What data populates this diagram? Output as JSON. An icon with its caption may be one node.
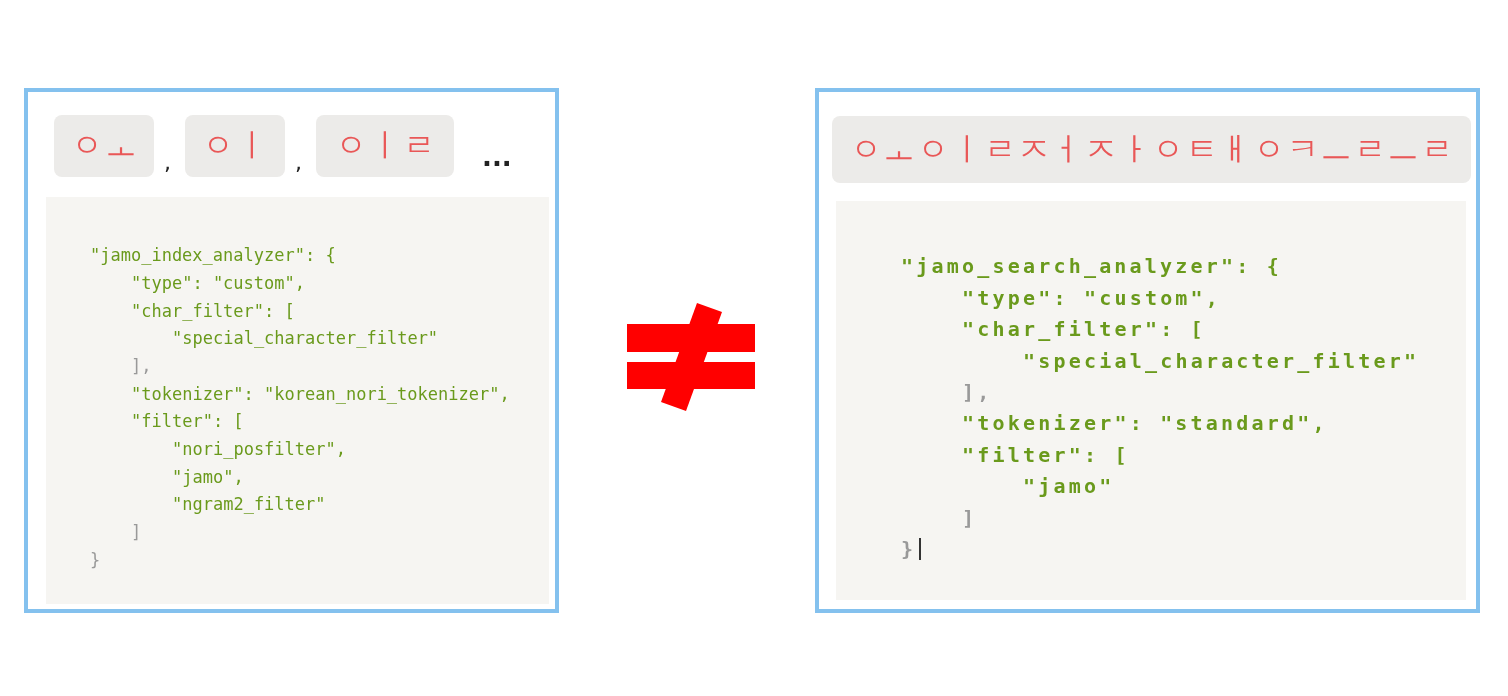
{
  "diagram": {
    "nodes": [
      {
        "text": [],
        "shape": "box"
      },
      {
        "text": [
          "ㅇㅗ"
        ],
        "in": 0
      },
      {
        "text": [
          "ㅇㅣ"
        ],
        "in": 0
      },
      {
        "text": [
          "ㅇㅣㄹ"
        ],
        "in": 0
      },
      {
        "text": [
          "\"jamo_index_analyzer\": {",
          "\"type\": \"custom\",",
          "\"char_filter\": [",
          "\"special_character_filter\"",
          "],",
          "\"tokenizer\": \"korean_nori_tokenizer\",",
          "\"filter\": [",
          "\"nori_posfilter\",",
          "\"jamo\",",
          "\"ngram2_filter\"",
          "]",
          "}"
        ],
        "in": 0
      },
      {
        "text": [],
        "shape": "box"
      },
      {
        "text": [
          "ㅇㅗㅇㅣㄹㅈㅓㅈㅏㅇㅌㅐㅇㅋㅡㄹㅡㄹ"
        ],
        "in": 5
      },
      {
        "text": [
          "\"jamo_search_analyzer\": {",
          "\"type\": \"custom\",",
          "\"char_filter\": [",
          "\"special_character_filter\"",
          "],",
          "\"tokenizer\": \"standard\",",
          "\"filter\": [",
          "\"jamo\"",
          "]",
          "}"
        ],
        "in": 5
      }
    ],
    "labels": [
      ",",
      ",",
      "..."
    ]
  }
}
